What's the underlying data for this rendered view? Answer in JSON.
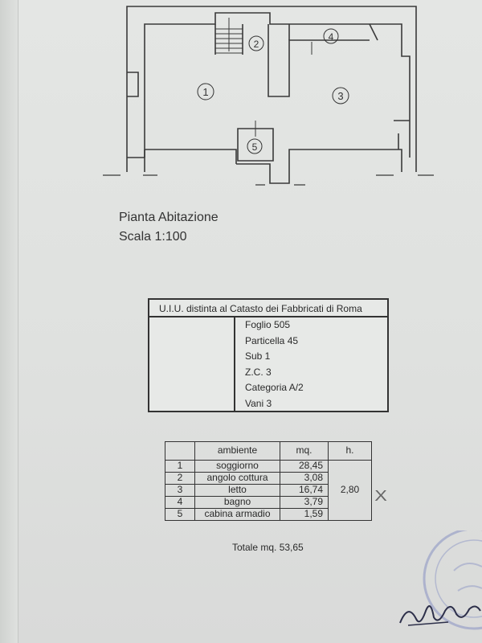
{
  "plan": {
    "rooms": [
      {
        "num": "1"
      },
      {
        "num": "2"
      },
      {
        "num": "3"
      },
      {
        "num": "4"
      },
      {
        "num": "5"
      }
    ]
  },
  "caption": {
    "title": "Pianta Abitazione",
    "scale": "Scala 1:100"
  },
  "uiu": {
    "title": "U.I.U. distinta al Catasto dei Fabbricati di Roma",
    "lines": [
      "Foglio 505",
      "Particella 45",
      "Sub 1",
      "Z.C. 3",
      "Categoria A/2",
      "Vani  3"
    ]
  },
  "rooms_table": {
    "headers": {
      "ambiente": "ambiente",
      "mq": "mq.",
      "h": "h."
    },
    "rows": [
      {
        "n": "1",
        "ambiente": "soggiorno",
        "mq": "28,45"
      },
      {
        "n": "2",
        "ambiente": "angolo cottura",
        "mq": "3,08"
      },
      {
        "n": "3",
        "ambiente": "letto",
        "mq": "16,74"
      },
      {
        "n": "4",
        "ambiente": "bagno",
        "mq": "3,79"
      },
      {
        "n": "5",
        "ambiente": "cabina armadio",
        "mq": "1,59"
      }
    ],
    "height": "2,80",
    "total": "Totale mq. 53,65"
  },
  "mark": "X"
}
